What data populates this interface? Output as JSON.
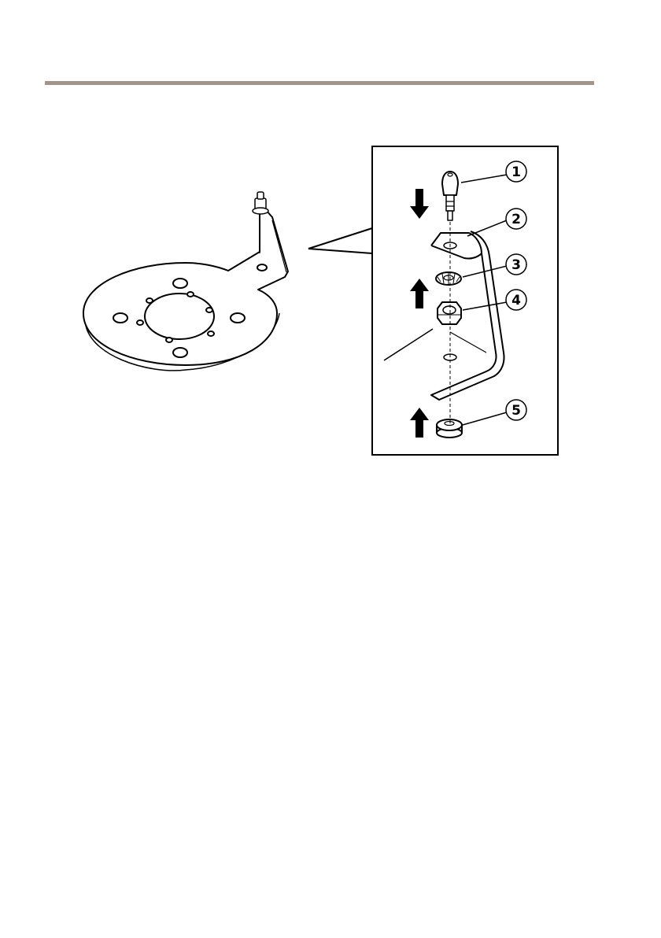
{
  "page": {
    "rule_color": "#a39489"
  },
  "figure": {
    "callouts": [
      {
        "label": "1"
      },
      {
        "label": "2"
      },
      {
        "label": "3"
      },
      {
        "label": "4"
      },
      {
        "label": "5"
      }
    ],
    "arrows": [
      {
        "icon": "arrow-down-icon"
      },
      {
        "icon": "arrow-up-icon"
      },
      {
        "icon": "arrow-up-icon"
      }
    ]
  }
}
